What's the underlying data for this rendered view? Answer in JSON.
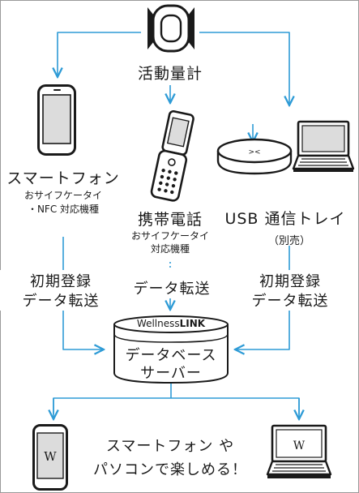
{
  "colors": {
    "flow_line": "#2e9bd6",
    "device_dark": "#1a1a1a",
    "screen_gray": "#dcdcdc"
  },
  "tracker": {
    "label": "活動量計",
    "icon": "activity-tracker-icon"
  },
  "smartphone": {
    "label": "スマートフォン",
    "note_line1": "おサイフケータイ",
    "note_line2": "・NFC 対応機種",
    "icon": "smartphone-icon"
  },
  "flip_phone": {
    "label": "携帯電話",
    "note_line1": "おサイフケータイ",
    "note_line2": "対応機種",
    "icon": "flip-phone-icon"
  },
  "usb_tray": {
    "label": "USB 通信トレイ",
    "note": "（別売）",
    "icons": [
      "usb-tray-icon",
      "laptop-icon"
    ]
  },
  "flows": {
    "left": [
      "初期登録",
      "データ転送"
    ],
    "center": "データ転送",
    "right": [
      "初期登録",
      "データ転送"
    ]
  },
  "server": {
    "brand_prefix": "Wellness",
    "brand_suffix": "LINK",
    "line1": "データベース",
    "line2": "サーバー",
    "icon": "database-server-icon"
  },
  "footer": {
    "line1": "スマートフォン や",
    "line2": "パソコンで楽しめる！",
    "brand_mark": "W"
  }
}
